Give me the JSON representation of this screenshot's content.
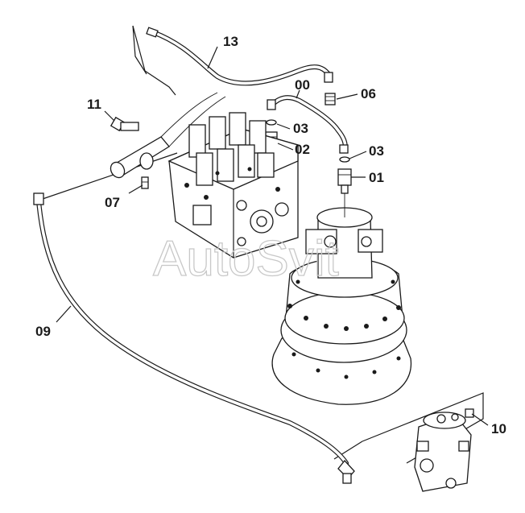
{
  "watermark": "AutoSvit",
  "labels": {
    "l13": "13",
    "l00": "00",
    "l06": "06",
    "l11": "11",
    "l03a": "03",
    "l02": "02",
    "l03b": "03",
    "l01": "01",
    "l07": "07",
    "l09": "09",
    "l10": "10"
  }
}
